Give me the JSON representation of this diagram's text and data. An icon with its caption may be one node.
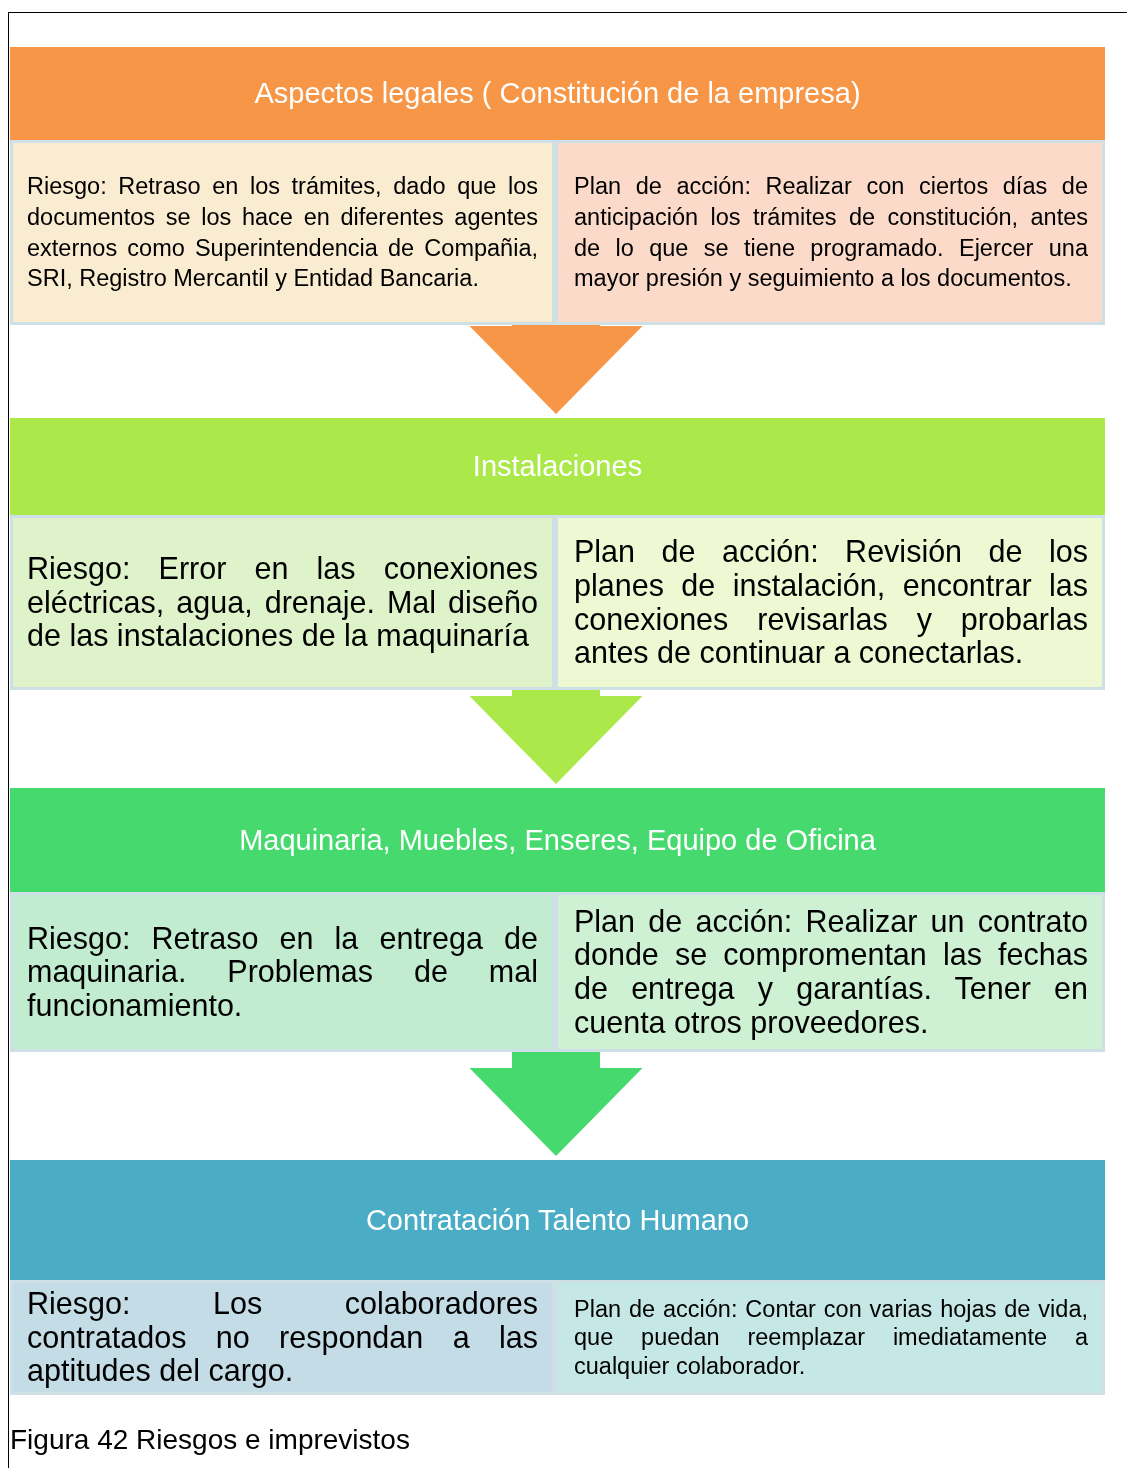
{
  "diagram": {
    "caption": "Figura 42 Riesgos e imprevistos",
    "nodes": [
      {
        "text": [
          "Aspectos legales ( Constitución de la empresa)"
        ]
      },
      {
        "text": [
          "Riesgo: Retraso en los trámites, dado que los documentos se los hace en diferentes agentes externos  como Superintendencia de Compañia, SRI, Registro Mercantil y Entidad Bancaria."
        ],
        "in": 0
      },
      {
        "text": [
          "Plan de acción: Realizar con  ciertos días de anticipación los trámites de constitución, antes de lo que se tiene programado. Ejercer una mayor presión y seguimiento a los documentos."
        ],
        "in": 0
      },
      {
        "text": [
          "Instalaciones"
        ]
      },
      {
        "text": [
          "Riesgo: Error en las conexiones eléctricas, agua, drenaje. Mal diseño de las instalaciones de la maquinaría"
        ],
        "in": 3
      },
      {
        "text": [
          "Plan de acción: Revisión de los planes de instalación, encontrar las conexiones revisarlas y probarlas antes de continuar a conectarlas."
        ],
        "in": 3
      },
      {
        "text": [
          "Maquinaria, Muebles, Enseres, Equipo de Oficina"
        ]
      },
      {
        "text": [
          "Riesgo: Retraso en la entrega de maquinaria. Problemas de mal funcionamiento."
        ],
        "in": 6
      },
      {
        "text": [
          "Plan de acción: Realizar un contrato donde se compromentan las fechas de entrega y garantías. Tener en cuenta otros proveedores."
        ],
        "in": 6
      },
      {
        "text": [
          "Contratación Talento Humano"
        ]
      },
      {
        "text": [
          "Riesgo: Los colaboradores contratados no respondan a las aptitudes del cargo."
        ],
        "in": 9
      },
      {
        "text": [
          "Plan de acción: Contar con varias hojas de vida, que puedan reemplazar imediatamente a cualquier colaborador."
        ],
        "in": 9
      }
    ],
    "edges": [
      {
        "from": 0,
        "to": 3,
        "arrow": "to",
        "color": "#f79646"
      },
      {
        "from": 3,
        "to": 6,
        "arrow": "to",
        "color": "#abe94a"
      },
      {
        "from": 6,
        "to": 9,
        "arrow": "to",
        "color": "#46d96e"
      }
    ]
  }
}
